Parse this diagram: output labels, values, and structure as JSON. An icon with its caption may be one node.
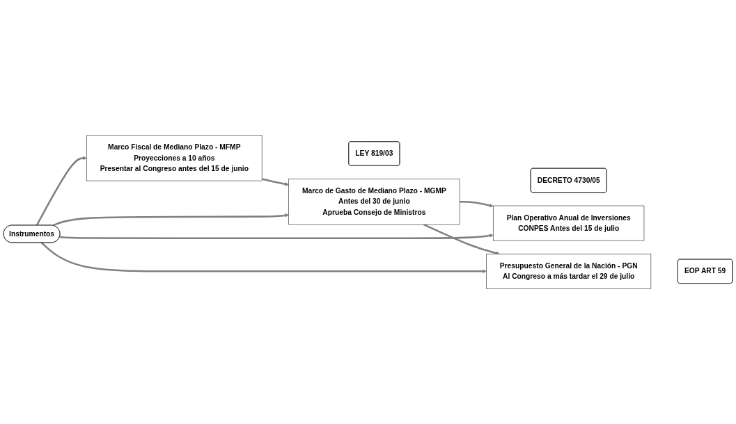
{
  "diagram": {
    "nodes": [
      {
        "text": [
          "Instrumentos"
        ]
      },
      {
        "text": [
          "Marco Fiscal de Mediano Plazo - MFMP",
          "Proyecciones a 10 años",
          "Presentar al Congreso antes del 15 de junio"
        ]
      },
      {
        "text": [
          "LEY 819/03"
        ]
      },
      {
        "text": [
          "Marco de Gasto de Mediano Plazo - MGMP",
          "Antes del 30 de junio",
          "Aprueba Consejo de Ministros"
        ]
      },
      {
        "text": [
          "DECRETO 4730/05"
        ]
      },
      {
        "text": [
          "Plan Operativo Anual de Inversiones",
          "CONPES Antes del 15 de julio"
        ]
      },
      {
        "text": [
          "Presupuesto General de la Nación - PGN",
          "Al Congreso a más tardar el 29 de julio"
        ]
      },
      {
        "text": [
          "EOP ART 59"
        ]
      }
    ],
    "edges": [
      {
        "from": 0,
        "to": 1,
        "arrow": "to"
      },
      {
        "from": 0,
        "to": 3,
        "arrow": "to"
      },
      {
        "from": 0,
        "to": 5,
        "arrow": "to"
      },
      {
        "from": 0,
        "to": 6,
        "arrow": "to"
      },
      {
        "from": 1,
        "to": 3,
        "arrow": "to"
      },
      {
        "from": 3,
        "to": 5,
        "arrow": "to"
      },
      {
        "from": 3,
        "to": 6,
        "arrow": "to"
      }
    ]
  }
}
